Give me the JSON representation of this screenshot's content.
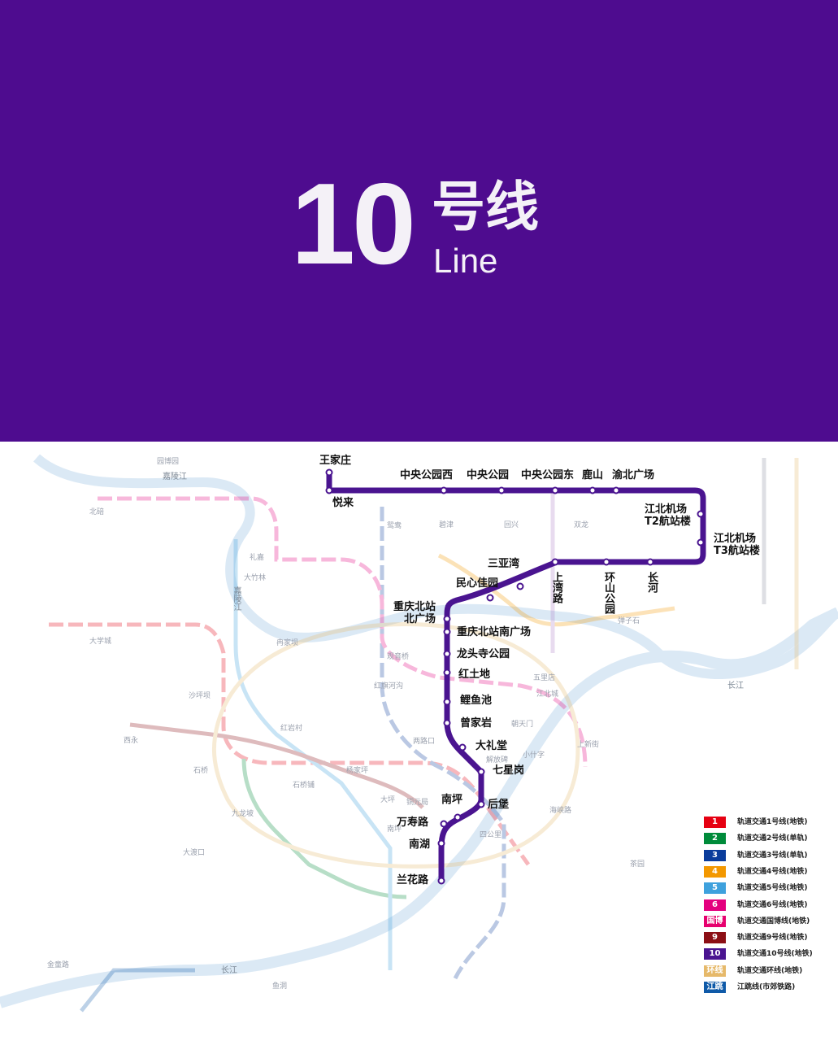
{
  "header": {
    "line_number": "10",
    "line_cn": "号线",
    "line_en": "Line",
    "background": "#4e0c8f"
  },
  "line10": {
    "color": "#4a1490",
    "stations": {
      "wangjiazhuang": "王家庄",
      "yuelai": "悦来",
      "zhongyang_west": "中央公园西",
      "zhongyang": "中央公园",
      "zhongyang_east": "中央公园东",
      "lushan": "鹿山",
      "yubei_square": "渝北广场",
      "t2": "江北机场\nT2航站楼",
      "t3": "江北机场\nT3航站楼",
      "changhe": "长河",
      "huanshan": "环山公园",
      "shangwanlu": "上湾路",
      "sanyawan": "三亚湾",
      "minxin": "民心佳园",
      "cqnorth_north": "重庆北站\n北广场",
      "cqnorth_south": "重庆北站南广场",
      "longtousi": "龙头寺公园",
      "hongtudi": "红土地",
      "liyuchi": "鲤鱼池",
      "zengjiayan": "曾家岩",
      "dalitang": "大礼堂",
      "qixinggang": "七星岗",
      "houbao": "后堡",
      "nanping": "南坪",
      "wanshoulu": "万寿路",
      "nanhu": "南湖",
      "lanhualu": "兰花路"
    }
  },
  "rivers": {
    "jialing_top": "嘉陵江",
    "jialing_mid": "嘉陵江",
    "yangtze_east": "长江",
    "yangtze_west": "长江"
  },
  "background_labels": [
    "沙坪坝",
    "红岩村",
    "石桥铺",
    "杨家坪",
    "大坪",
    "两路口",
    "解放碑",
    "小什字",
    "朝天门",
    "观音桥",
    "红旗河沟",
    "冉家坝",
    "大竹林",
    "礼嘉",
    "鸳鸯",
    "回兴",
    "双龙",
    "碧津",
    "四公里",
    "南坪",
    "上新街",
    "弹子石",
    "江北城",
    "五里店",
    "大渡口",
    "九龙坡",
    "鱼洞",
    "茶园",
    "铜元局",
    "海峡路",
    "大学城",
    "西永",
    "北碚",
    "石桥",
    "金童路",
    "园博园"
  ],
  "legend": [
    {
      "badge": "1",
      "text": "轨道交通1号线(地铁)",
      "color": "#e60012"
    },
    {
      "badge": "2",
      "text": "轨道交通2号线(单轨)",
      "color": "#008b3a"
    },
    {
      "badge": "3",
      "text": "轨道交通3号线(单轨)",
      "color": "#0a3c9c"
    },
    {
      "badge": "4",
      "text": "轨道交通4号线(地铁)",
      "color": "#f39800"
    },
    {
      "badge": "5",
      "text": "轨道交通5号线(地铁)",
      "color": "#3ea1dd"
    },
    {
      "badge": "6",
      "text": "轨道交通6号线(地铁)",
      "color": "#e4007f"
    },
    {
      "badge": "国博",
      "text": "轨道交通国博线(地铁)",
      "color": "#e6006e"
    },
    {
      "badge": "9",
      "text": "轨道交通9号线(地铁)",
      "color": "#8c0f15"
    },
    {
      "badge": "10",
      "text": "轨道交通10号线(地铁)",
      "color": "#4a1490"
    },
    {
      "badge": "环线",
      "text": "轨道交通环线(地铁)",
      "color": "#e6b96a"
    },
    {
      "badge": "江跳",
      "text": "江跳线(市郊铁路)",
      "color": "#0f5aa8"
    }
  ]
}
